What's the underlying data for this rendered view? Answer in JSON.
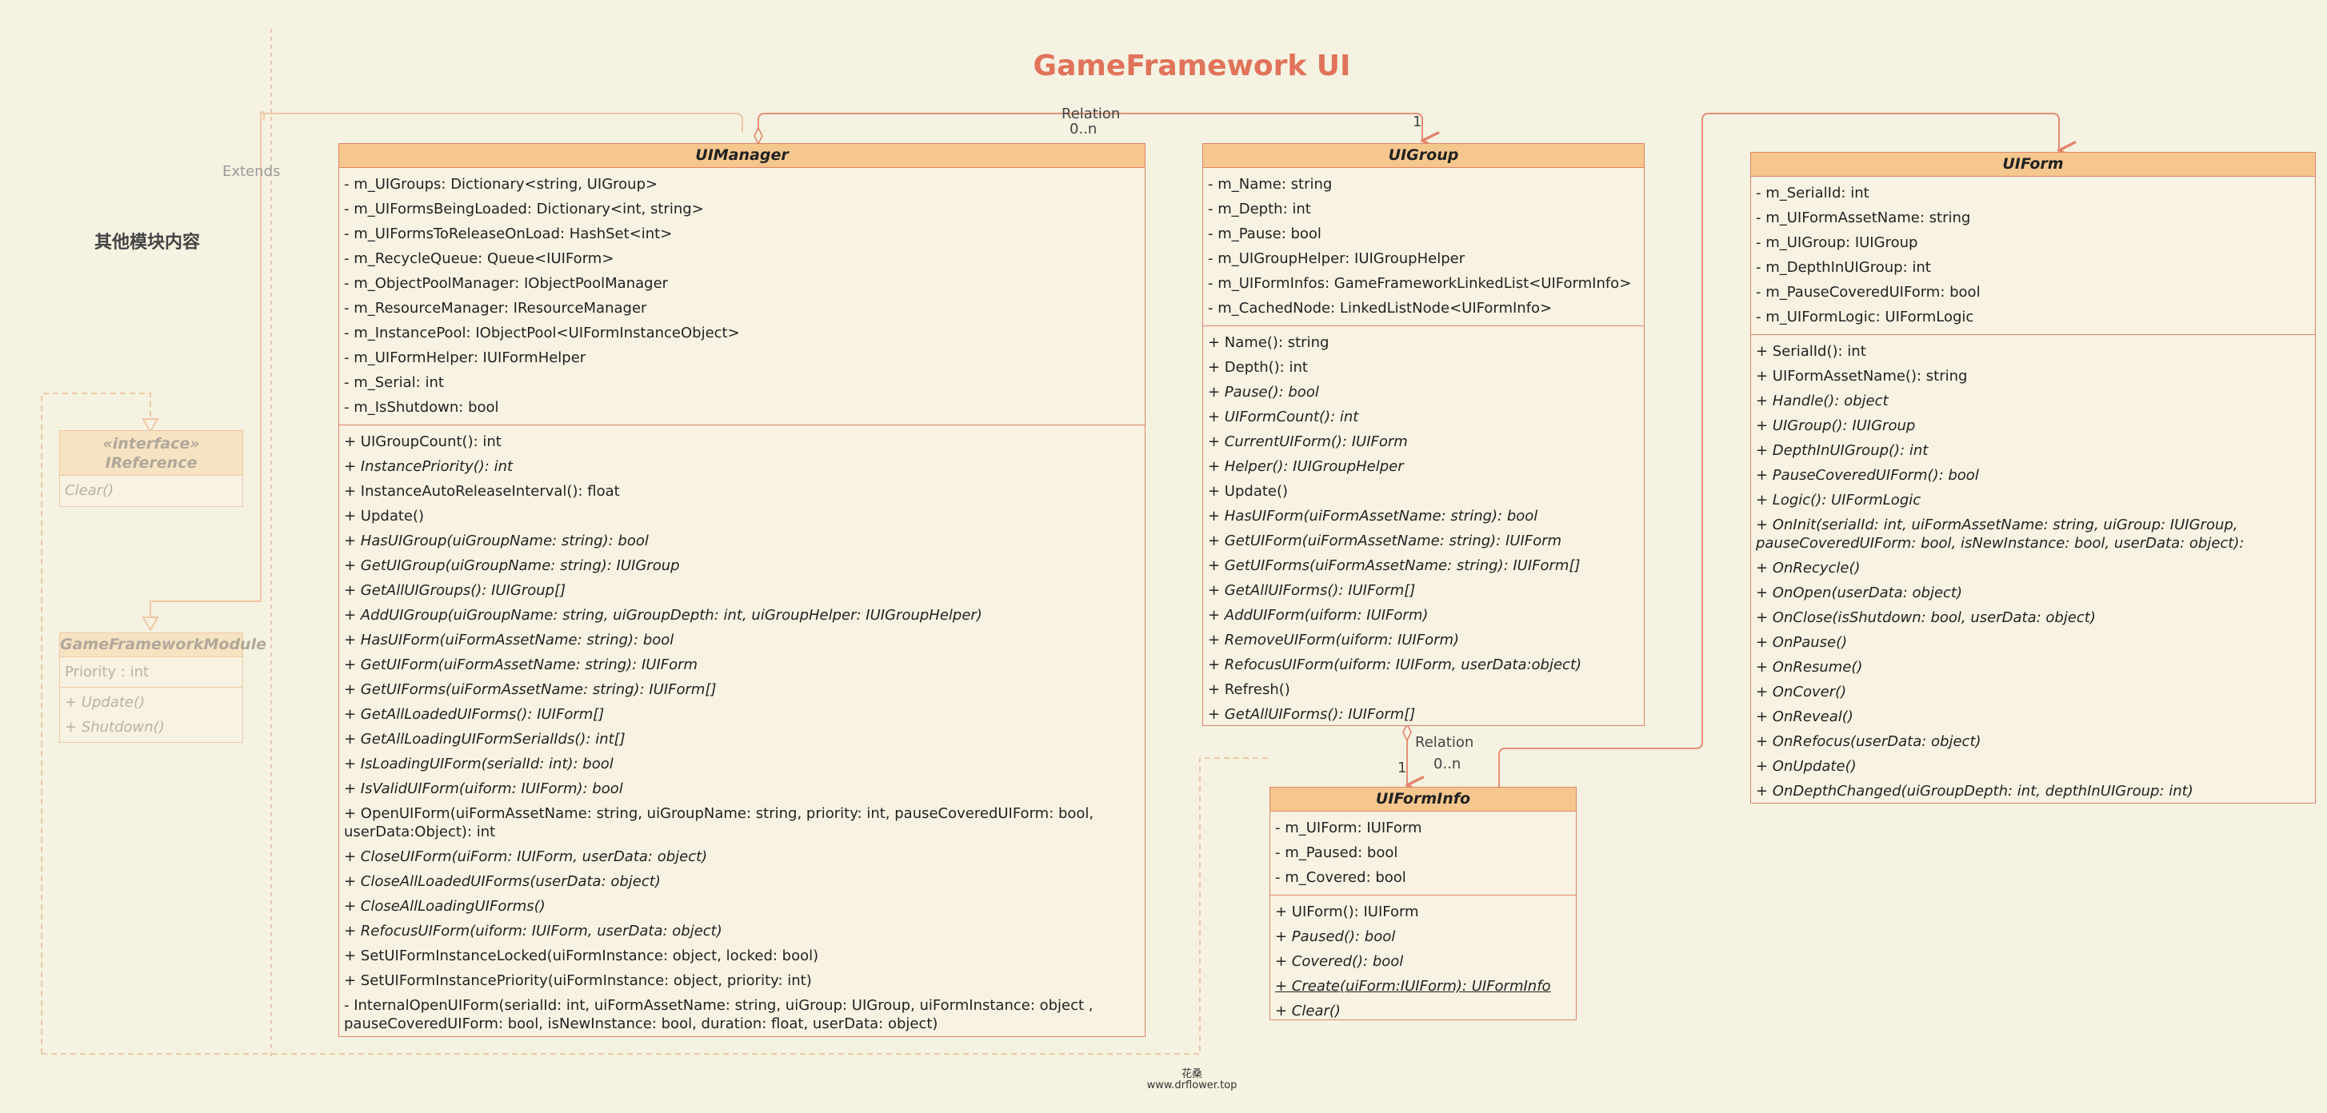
{
  "title": "GameFramework UI",
  "side_label": "其他模块内容",
  "extends_label": "Extends",
  "relation_top": {
    "label": "Relation",
    "multiplicity_source": "0..n",
    "multiplicity_target": "1"
  },
  "relation_mid": {
    "label": "Relation",
    "multiplicity_source": "0..n",
    "multiplicity_target": "1"
  },
  "footer": {
    "line1": "花桑",
    "line2": "www.drflower.top"
  },
  "colors": {
    "background": "#f5f2e1",
    "header": "#f5c78e",
    "border": "#e2846a",
    "title": "#e0735a"
  },
  "ireference": {
    "stereotype": "«interface»",
    "name": "IReference",
    "methods": [
      "Clear()"
    ]
  },
  "gfmodule": {
    "name": "GameFrameworkModule",
    "fields": [
      "Priority : int"
    ],
    "methods": [
      "+ Update()",
      "+ Shutdown()"
    ]
  },
  "uimanager": {
    "name": "UIManager",
    "fields": [
      "- m_UIGroups: Dictionary<string, UIGroup>",
      "- m_UIFormsBeingLoaded: Dictionary<int, string>",
      "- m_UIFormsToReleaseOnLoad: HashSet<int>",
      "- m_RecycleQueue: Queue<IUIForm>",
      "- m_ObjectPoolManager: IObjectPoolManager",
      "- m_ResourceManager: IResourceManager",
      "- m_InstancePool: IObjectPool<UIFormInstanceObject>",
      "- m_UIFormHelper: IUIFormHelper",
      "- m_Serial: int",
      "- m_IsShutdown: bool"
    ],
    "methods": [
      "+ UIGroupCount(): int",
      "+ InstancePriority(): int",
      "+ InstanceAutoReleaseInterval(): float",
      "+ Update()",
      "+ HasUIGroup(uiGroupName: string): bool",
      "+ GetUIGroup(uiGroupName: string): IUIGroup",
      "+ GetAllUIGroups(): IUIGroup[]",
      "+ AddUIGroup(uiGroupName: string, uiGroupDepth: int, uiGroupHelper: IUIGroupHelper)",
      "+ HasUIForm(uiFormAssetName: string): bool",
      "+ GetUIForm(uiFormAssetName: string): IUIForm",
      "+ GetUIForms(uiFormAssetName: string): IUIForm[]",
      "+ GetAllLoadedUIForms(): IUIForm[]",
      "+ GetAllLoadingUIFormSerialIds(): int[]",
      "+ IsLoadingUIForm(serialId: int): bool",
      "+ IsValidUIForm(uiform: IUIForm): bool",
      "+ OpenUIForm(uiFormAssetName: string, uiGroupName: string, priority: int, pauseCoveredUIForm: bool, userData:Object): int",
      "+ CloseUIForm(uiForm: IUIForm, userData: object)",
      "+ CloseAllLoadedUIForms(userData: object)",
      "+ CloseAllLoadingUIForms()",
      "+ RefocusUIForm(uiform: IUIForm, userData: object)",
      "+ SetUIFormInstanceLocked(uiFormInstance: object, locked: bool)",
      "+ SetUIFormInstancePriority(uiFormInstance: object, priority: int)",
      "- InternalOpenUIForm(serialId: int, uiFormAssetName: string, uiGroup: UIGroup, uiFormInstance: object , pauseCoveredUIForm: bool, isNewInstance: bool, duration: float, userData: object)"
    ]
  },
  "uigroup": {
    "name": "UIGroup",
    "fields": [
      "- m_Name: string",
      "- m_Depth: int",
      "- m_Pause: bool",
      "- m_UIGroupHelper: IUIGroupHelper",
      "- m_UIFormInfos: GameFrameworkLinkedList<UIFormInfo>",
      "- m_CachedNode: LinkedListNode<UIFormInfo>"
    ],
    "methods": [
      "+ Name(): string",
      "+ Depth(): int",
      "+ Pause(): bool",
      "+ UIFormCount(): int",
      "+ CurrentUIForm(): IUIForm",
      "+ Helper(): IUIGroupHelper",
      "+ Update()",
      "+ HasUIForm(uiFormAssetName: string): bool",
      "+ GetUIForm(uiFormAssetName: string): IUIForm",
      "+ GetUIForms(uiFormAssetName: string): IUIForm[]",
      "+ GetAllUIForms(): IUIForm[]",
      "+ AddUIForm(uiform: IUIForm)",
      "+ RemoveUIForm(uiform: IUIForm)",
      "+ RefocusUIForm(uiform: IUIForm, userData:object)",
      "+ Refresh()",
      "+ GetAllUIForms(): IUIForm[]"
    ]
  },
  "uiforminfo": {
    "name": "UIFormInfo",
    "fields": [
      "- m_UIForm: IUIForm",
      "- m_Paused: bool",
      "- m_Covered: bool"
    ],
    "methods": [
      "+ UIForm(): IUIForm",
      "+ Paused(): bool",
      "+ Covered(): bool",
      "+ Create(uiForm:IUIForm): UIFormInfo",
      "+ Clear()"
    ]
  },
  "uiform": {
    "name": "UIForm",
    "fields": [
      "- m_SerialId: int",
      "- m_UIFormAssetName: string",
      "- m_UIGroup: IUIGroup",
      "- m_DepthInUIGroup: int",
      "- m_PauseCoveredUIForm: bool",
      "- m_UIFormLogic: UIFormLogic"
    ],
    "methods": [
      "+ SerialId(): int",
      "+ UIFormAssetName(): string",
      "+ Handle(): object",
      "+ UIGroup(): IUIGroup",
      "+ DepthInUIGroup(): int",
      "+ PauseCoveredUIForm(): bool",
      "+ Logic(): UIFormLogic",
      "+ OnInit(serialId: int, uiFormAssetName: string, uiGroup: IUIGroup, pauseCoveredUIForm: bool, isNewInstance: bool, userData: object):",
      "+ OnRecycle()",
      "+ OnOpen(userData: object)",
      "+ OnClose(isShutdown: bool, userData: object)",
      "+ OnPause()",
      "+ OnResume()",
      "+ OnCover()",
      "+ OnReveal()",
      "+ OnRefocus(userData: object)",
      "+ OnUpdate()",
      "+ OnDepthChanged(uiGroupDepth: int, depthInUIGroup: int)"
    ]
  }
}
